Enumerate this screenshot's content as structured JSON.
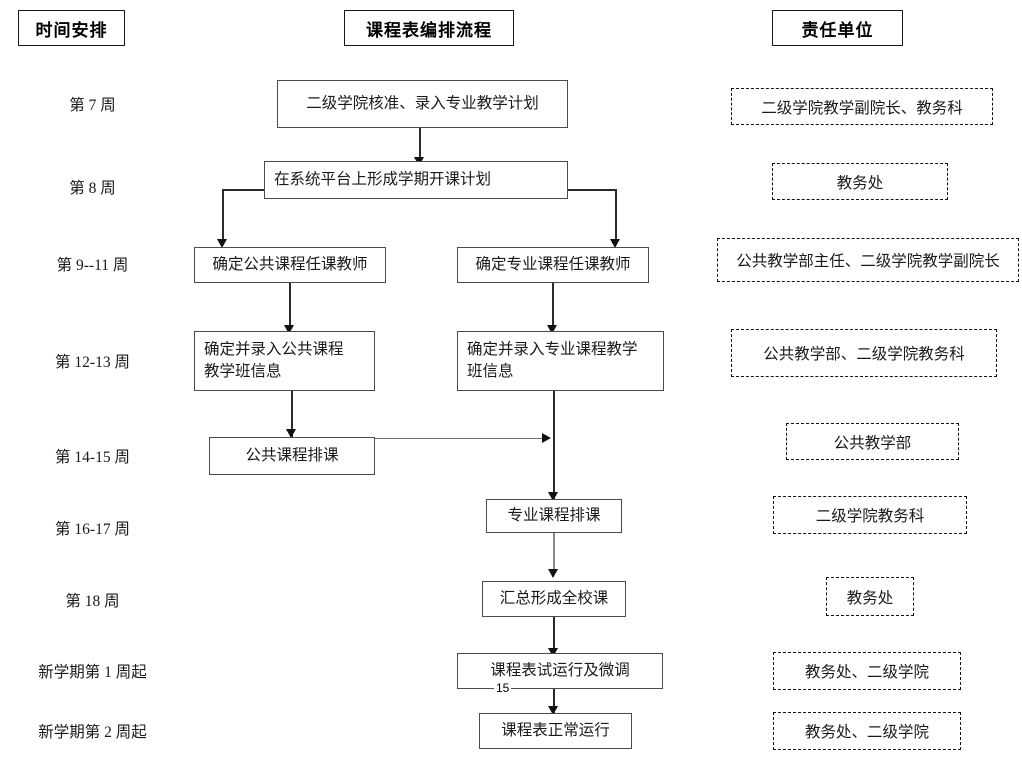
{
  "headers": {
    "time": "时间安排",
    "flow": "课程表编排流程",
    "owner": "责任单位"
  },
  "time_labels": [
    "第 7 周",
    "第 8 周",
    "第 9--11 周",
    "第 12-13 周",
    "第 14-15 周",
    "第 16-17 周",
    "第 18 周",
    "新学期第 1 周起",
    "新学期第 2 周起"
  ],
  "process_boxes": {
    "approve_plan": "二级学院核准、录入专业教学计划",
    "platform_plan": "在系统平台上形成学期开课计划",
    "public_teacher": "确定公共课程任课教师",
    "major_teacher": "确定专业课程任课教师",
    "public_class_info_line1": "确定并录入公共课程",
    "public_class_info_line2": "教学班信息",
    "major_class_info_line1": "确定并录入专业课程教学",
    "major_class_info_line2": "班信息",
    "public_schedule": "公共课程排课",
    "major_schedule": "专业课程排课",
    "summarize": "汇总形成全校课",
    "trial_run": "课程表试运行及微调",
    "normal_run": "课程表正常运行"
  },
  "responsibility_boxes": [
    "二级学院教学副院长、教务科",
    "教务处",
    "公共教学部主任、二级学院教学副院长",
    "公共教学部、二级学院教务科",
    "公共教学部",
    "二级学院教务科",
    "教务处",
    "教务处、二级学院",
    "教务处、二级学院"
  ],
  "page_number": "15",
  "colors": {
    "background": "#ffffff",
    "text": "#1a1a1a",
    "box_border": "#4b4b4b",
    "header_border": "#1a1a1a",
    "dashed_border": "#111111",
    "connector": "#2b2b2b"
  }
}
